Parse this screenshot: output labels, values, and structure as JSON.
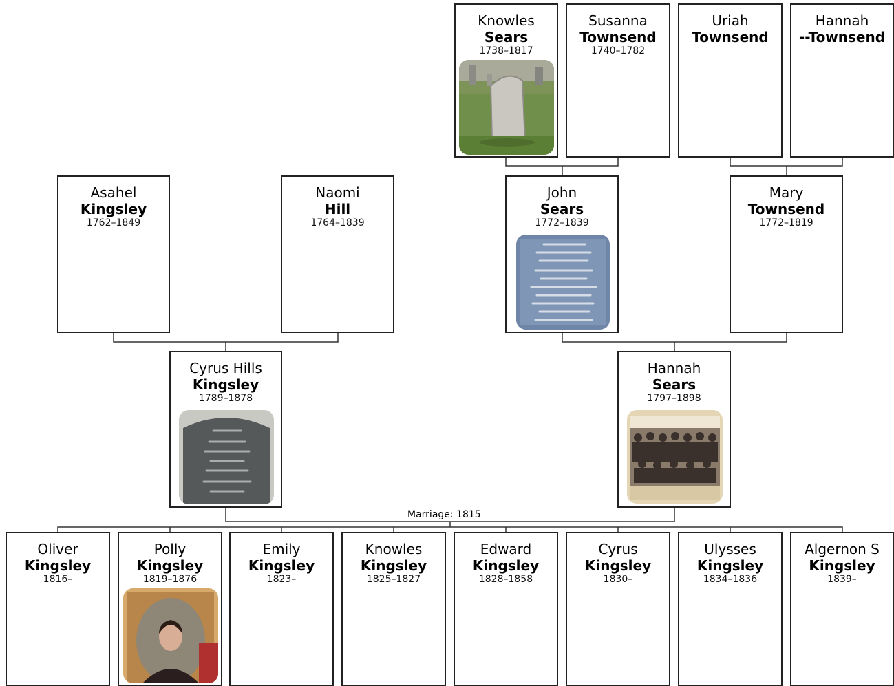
{
  "people": {
    "knowles_sears_sr": {
      "given": "Knowles",
      "surname": "Sears",
      "dates": "1738–1817",
      "photo": "gravestone-photo"
    },
    "susanna_townsend": {
      "given": "Susanna",
      "surname": "Townsend",
      "dates": "1740–1782"
    },
    "uriah_townsend": {
      "given": "Uriah",
      "surname": "Townsend",
      "dates": ""
    },
    "hannah_townsend": {
      "given": "Hannah",
      "surname": "--Townsend",
      "dates": ""
    },
    "asahel_kingsley": {
      "given": "Asahel",
      "surname": "Kingsley",
      "dates": "1762–1849"
    },
    "naomi_hill": {
      "given": "Naomi",
      "surname": "Hill",
      "dates": "1764–1839"
    },
    "john_sears": {
      "given": "John",
      "surname": "Sears",
      "dates": "1772–1839",
      "photo": "gravestone-inscription-photo"
    },
    "mary_townsend": {
      "given": "Mary",
      "surname": "Townsend",
      "dates": "1772–1819"
    },
    "cyrus_hills_kingsley": {
      "given": "Cyrus Hills",
      "surname": "Kingsley",
      "dates": "1789–1878",
      "photo": "dark-gravestone-photo"
    },
    "hannah_sears": {
      "given": "Hannah",
      "surname": "Sears",
      "dates": "1797–1898",
      "photo": "group-photo"
    },
    "oliver_kingsley": {
      "given": "Oliver",
      "surname": "Kingsley",
      "dates": "1816–"
    },
    "polly_kingsley": {
      "given": "Polly",
      "surname": "Kingsley",
      "dates": "1819–1876",
      "photo": "portrait-painting-photo"
    },
    "emily_kingsley": {
      "given": "Emily",
      "surname": "Kingsley",
      "dates": "1823–"
    },
    "knowles_kingsley": {
      "given": "Knowles",
      "surname": "Kingsley",
      "dates": "1825–1827"
    },
    "edward_kingsley": {
      "given": "Edward",
      "surname": "Kingsley",
      "dates": "1828–1858"
    },
    "cyrus_kingsley": {
      "given": "Cyrus",
      "surname": "Kingsley",
      "dates": "1830–"
    },
    "ulysses_kingsley": {
      "given": "Ulysses",
      "surname": "Kingsley",
      "dates": "1834–1836"
    },
    "algernon_kingsley": {
      "given": "Algernon S",
      "surname": "Kingsley",
      "dates": "1839–"
    }
  },
  "marriage": {
    "label": "Marriage: 1815"
  },
  "colors": {
    "border": "#222222",
    "line": "#333333",
    "background": "#ffffff"
  }
}
